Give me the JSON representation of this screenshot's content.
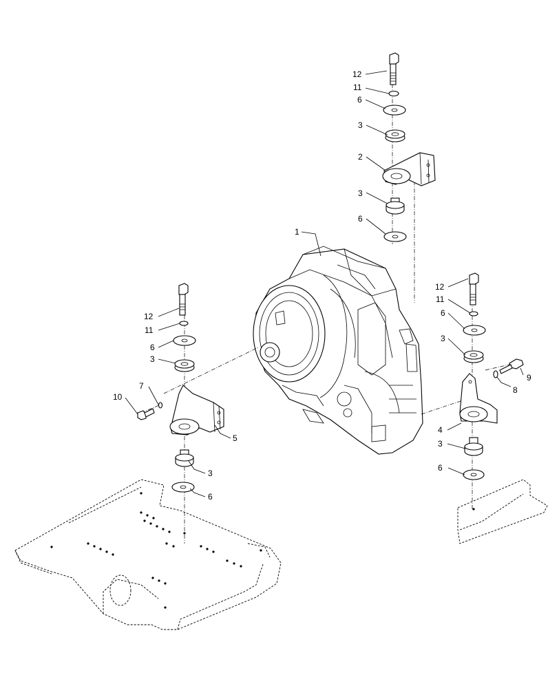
{
  "callouts": {
    "part_1": "1",
    "part_2": "2",
    "part_3": "3",
    "part_4": "4",
    "part_5": "5",
    "part_6": "6",
    "part_7": "7",
    "part_8": "8",
    "part_9": "9",
    "part_10": "10",
    "part_11": "11",
    "part_12": "12"
  },
  "colors": {
    "line": "#000000",
    "background": "#ffffff"
  }
}
